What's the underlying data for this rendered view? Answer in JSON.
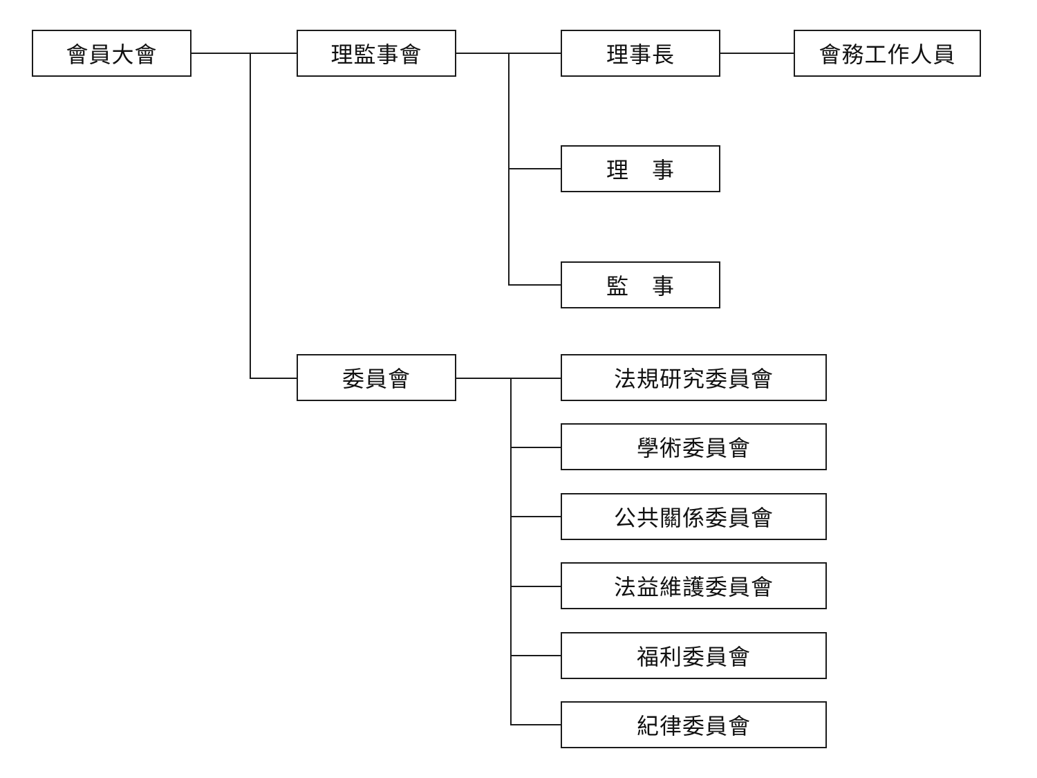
{
  "diagram": {
    "type": "org-chart",
    "nodes": {
      "general_assembly": "會員大會",
      "board": "理監事會",
      "chairman": "理事長",
      "staff": "會務工作人員",
      "directors": "理　事",
      "supervisors": "監　事",
      "committee": "委員會",
      "committee_legal_research": "法規研究委員會",
      "committee_academic": "學術委員會",
      "committee_public_relations": "公共關係委員會",
      "committee_rights_protection": "法益維護委員會",
      "committee_welfare": "福利委員會",
      "committee_discipline": "紀律委員會"
    },
    "edges": [
      [
        "general_assembly",
        "board"
      ],
      [
        "general_assembly",
        "committee"
      ],
      [
        "board",
        "chairman"
      ],
      [
        "board",
        "directors"
      ],
      [
        "board",
        "supervisors"
      ],
      [
        "chairman",
        "staff"
      ],
      [
        "committee",
        "committee_legal_research"
      ],
      [
        "committee",
        "committee_academic"
      ],
      [
        "committee",
        "committee_public_relations"
      ],
      [
        "committee",
        "committee_rights_protection"
      ],
      [
        "committee",
        "committee_welfare"
      ],
      [
        "committee",
        "committee_discipline"
      ]
    ],
    "colors": {
      "line": "#1a1a1a",
      "text": "#111111",
      "background": "#ffffff"
    }
  }
}
